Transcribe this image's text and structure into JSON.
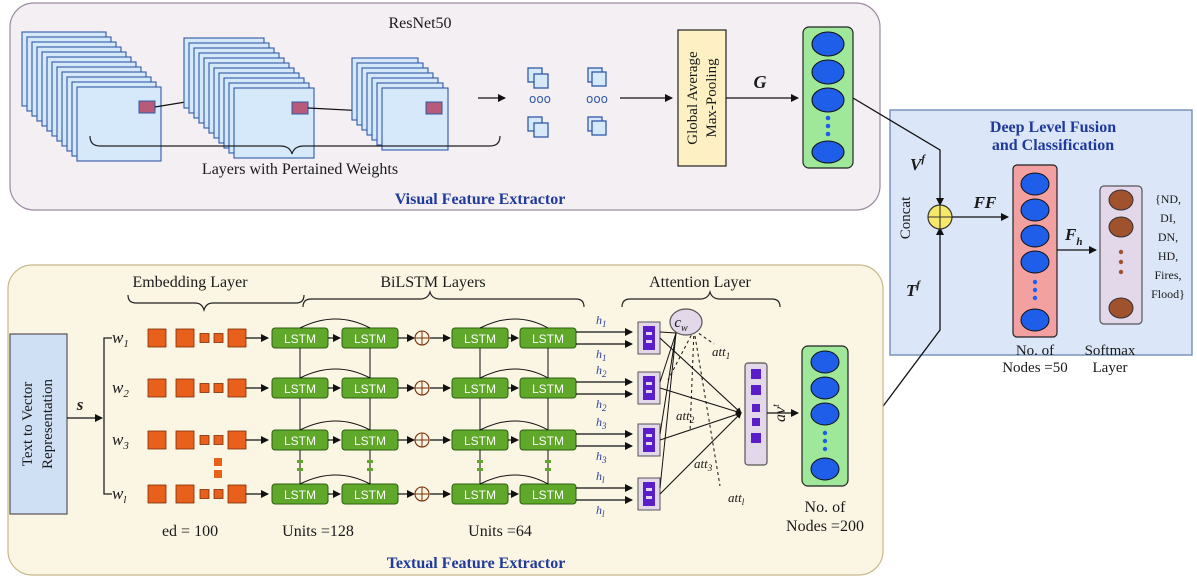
{
  "visual": {
    "resnet_title": "ResNet50",
    "layers_caption": "Layers with Pertained Weights",
    "gap_label_line1": "Global Average",
    "gap_label_line2": "Max-Pooling",
    "g_label": "G",
    "section_title": "Visual Feature Extractor"
  },
  "fusion": {
    "title_line1": "Deep Level Fusion",
    "title_line2": "and Classification",
    "vf_label": "V",
    "vf_sup": "f",
    "tf_label": "T",
    "tf_sup": "f",
    "concat_label": "Concat",
    "ff_label": "FF",
    "fh_label": "F",
    "fh_sub": "h",
    "nodes_line1": "No. of",
    "nodes_line2": "Nodes =50",
    "softmax_line1": "Softmax",
    "softmax_line2": "Layer",
    "classes": [
      "{ND,",
      "DI,",
      "DN,",
      "HD,",
      "Fires,",
      "Flood}"
    ]
  },
  "textual": {
    "input_line1": "Text to Vector",
    "input_line2": "Representation",
    "s_label": "s",
    "embedding_title": "Embedding Layer",
    "bilstm_title": "BiLSTM Layers",
    "attention_title": "Attention Layer",
    "word_labels": [
      "w",
      "w",
      "w",
      "w"
    ],
    "word_subs": [
      "1",
      "2",
      "3",
      "l"
    ],
    "lstm_label": "LSTM",
    "ed_label": "ed = 100",
    "units1_label": "Units =128",
    "units2_label": "Units =64",
    "cw_label": "c",
    "cw_sub": "w",
    "att_labels": [
      "att",
      "att",
      "att",
      "att"
    ],
    "att_subs": [
      "1",
      "2",
      "3",
      "l"
    ],
    "h_subs": [
      "1",
      "2",
      "3",
      "l"
    ],
    "av_label": "av",
    "av_sup": "t",
    "nodes_line1": "No. of",
    "nodes_line2": "Nodes =200",
    "section_title": "Textual Feature Extractor"
  },
  "colors": {
    "visual_bg": "#f4eff3",
    "textual_bg": "#fbf5e4",
    "fusion_bg": "#dbe7f8",
    "embed": "#e8601c",
    "lstm": "#5fa829",
    "node_blue": "#1f5ee8",
    "softmax_node": "#a0522d",
    "title_blue": "#1f3a9a"
  }
}
